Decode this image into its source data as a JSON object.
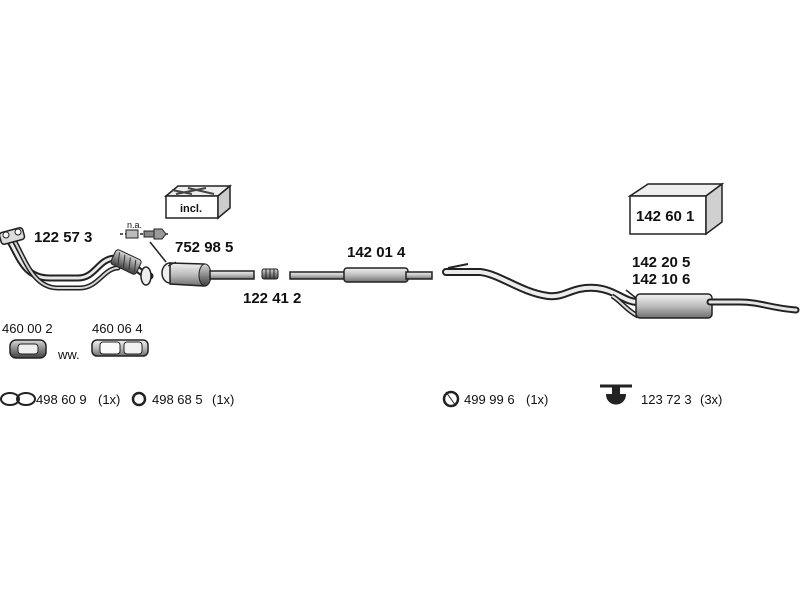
{
  "parts": {
    "front_pipe": "122 57 3",
    "sensor": "752 98 5",
    "sensor_note": "n.a.",
    "kit_incl": "incl.",
    "connector": "122 41 2",
    "middle_silencer": "142 01 4",
    "rear_silencer_1": "142 20 5",
    "rear_silencer_2": "142 10 6",
    "mounting_kit": "142 60 1",
    "gasket_a": "460 00 2",
    "gasket_b": "460 06 4",
    "gasket_sep": "ww."
  },
  "hardware": {
    "gasket_pair": "498 60 9",
    "gasket_pair_qty": "(1x)",
    "ring_small": "498 68 5",
    "ring_small_qty": "(1x)",
    "ring_large": "499 99 6",
    "ring_large_qty": "(1x)",
    "hanger": "123 72 3",
    "hanger_qty": "(3x)"
  }
}
